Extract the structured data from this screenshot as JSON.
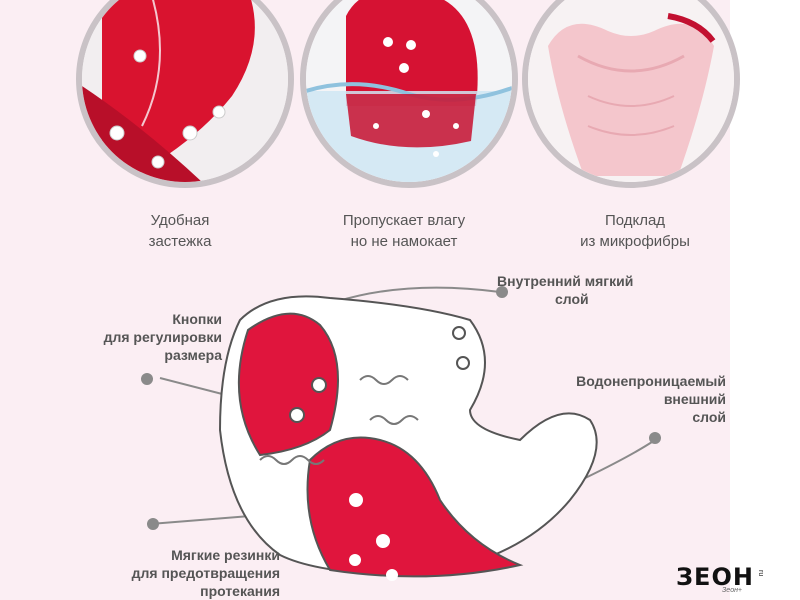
{
  "features": [
    {
      "caption_line1": "Удобная",
      "caption_line2": "застежка"
    },
    {
      "caption_line1": "Пропускает влагу",
      "caption_line2": "но не намокает"
    },
    {
      "caption_line1": "Подклад",
      "caption_line2": "из микрофибры"
    }
  ],
  "callouts": {
    "inner_layer": {
      "line1": "Внутренний мягкий",
      "line2": "слой"
    },
    "snaps": {
      "line1": "Кнопки",
      "line2": "для регулировки",
      "line3": "размера"
    },
    "outer_layer": {
      "line1": "Водонепроницаемый",
      "line2": "внешний",
      "line3": "слой"
    },
    "elastics": {
      "line1": "Мягкие резинки",
      "line2": "для предотвращения",
      "line3": "протекания"
    }
  },
  "logo": {
    "text": "ЗЕОН",
    "domain": "ru",
    "tagline": "Зеон+"
  },
  "colors": {
    "diaper_red": "#e0153d",
    "background": "#fbeef3",
    "ring": "#c9c2c6",
    "text": "#555555"
  }
}
